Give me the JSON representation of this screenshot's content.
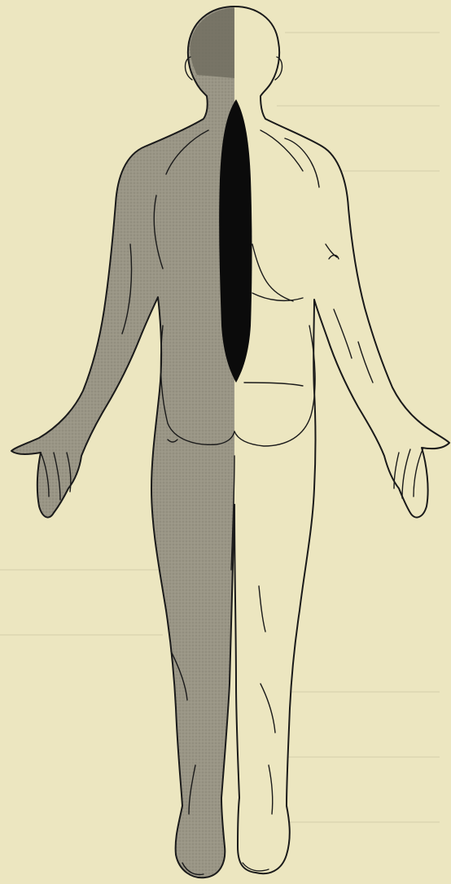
{
  "figure": {
    "view": "posterior",
    "subject": "human-figure",
    "regions": [
      {
        "side": "left",
        "fill": "stippled-shading",
        "color": "#9a9686"
      },
      {
        "side": "right",
        "fill": "unshaded",
        "color": "#ece6c0"
      },
      {
        "area": "spine",
        "fill": "solid",
        "color": "#0b0b0b"
      }
    ],
    "colors": {
      "paper": "#ece6c0",
      "ink": "#1a1a1a",
      "shade": "#9a9686",
      "spine": "#0b0b0b"
    }
  }
}
